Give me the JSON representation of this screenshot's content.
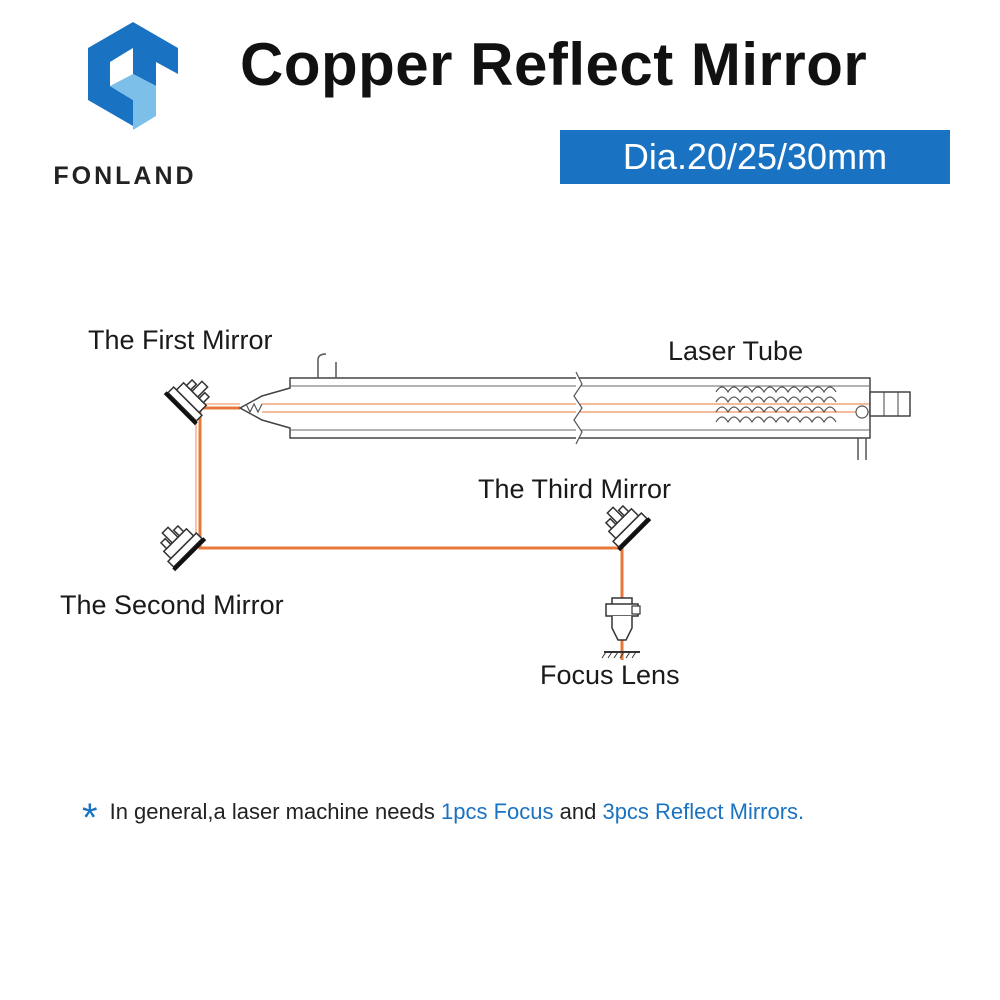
{
  "header": {
    "brand": "FONLAND",
    "title": "Copper Reflect Mirror",
    "badge": "Dia.20/25/30mm"
  },
  "diagram": {
    "labels": {
      "first_mirror": "The First Mirror",
      "laser_tube": "Laser Tube",
      "third_mirror": "The Third Mirror",
      "second_mirror": "The Second Mirror",
      "focus_lens": "Focus Lens"
    },
    "beam_color": "#e8773a"
  },
  "note": {
    "star": "*",
    "part1": "In general,a laser machine needs ",
    "highlight1": "1pcs Focus",
    "part2": " and ",
    "highlight2": "3pcs Reflect Mirrors."
  },
  "colors": {
    "brand_blue": "#1a73c2",
    "logo_light_blue": "#7cc0ea",
    "beam": "#e8773a"
  }
}
